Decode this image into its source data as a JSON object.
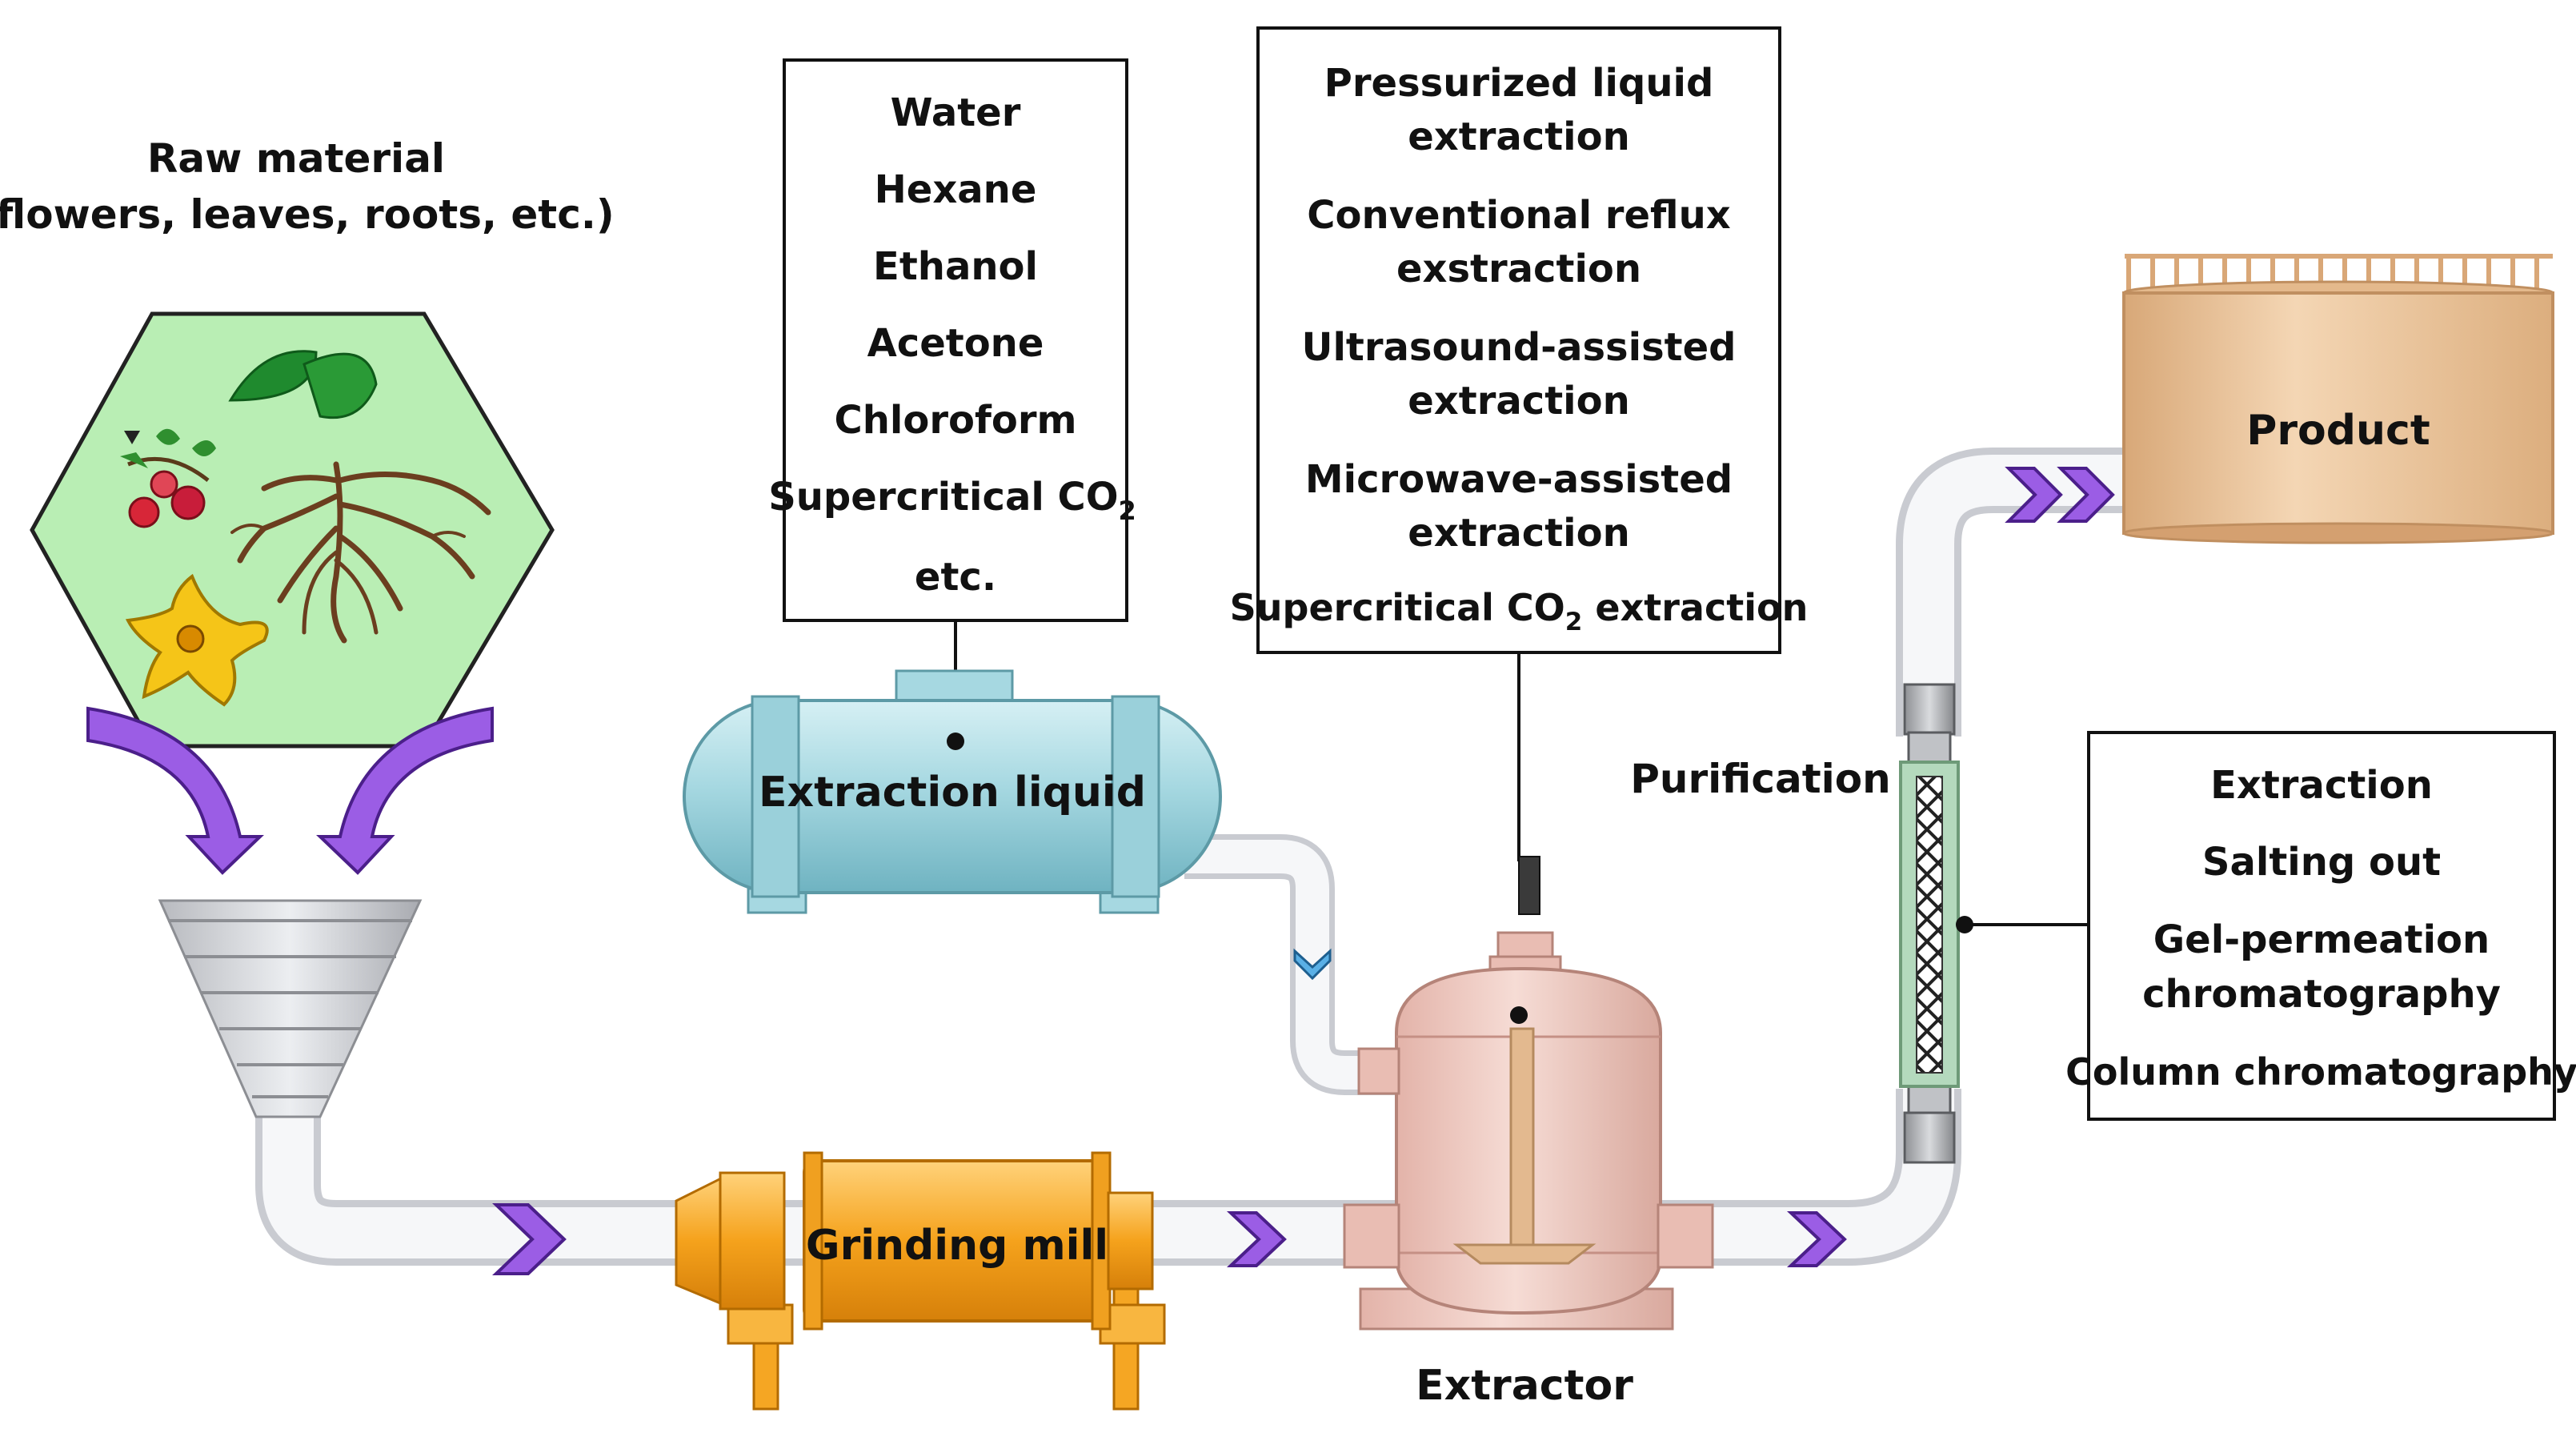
{
  "raw_material": {
    "title": "Raw  material",
    "subtitle": "(flowers, leaves, roots, etc.)"
  },
  "solvents": {
    "items": [
      "Water",
      "Hexane",
      "Ethanol",
      "Acetone",
      "Chloroform",
      "Supercritical CO",
      "etc."
    ],
    "subscript": "2"
  },
  "methods": {
    "line1": "Pressurized liquid",
    "line2": "extraction",
    "line3": "Conventional reflux",
    "line4": "exstraction",
    "line5": "Ultrasound-assisted",
    "line6": "extraction",
    "line7": "Microwave-assisted",
    "line8": "extraction",
    "line9": "Supercritical CO",
    "line9_sub": "2",
    "line9_tail": " extraction"
  },
  "purification_methods": {
    "items": [
      "Extraction",
      "Salting out",
      "Gel-permeation",
      "chromatography",
      "Column chromatography"
    ]
  },
  "labels": {
    "extraction_liquid": "Extraction liquid",
    "grinding_mill": "Grinding mill",
    "extractor": "Extractor",
    "purification": "Purification",
    "product": "Product"
  },
  "colors": {
    "hexagon": "#b9eeb4",
    "tank": "#a9dae3",
    "mill": "#f5a623",
    "extractor": "#efc8bf",
    "product_tank": "#edc7a0",
    "chevron": "#9b5de5"
  }
}
